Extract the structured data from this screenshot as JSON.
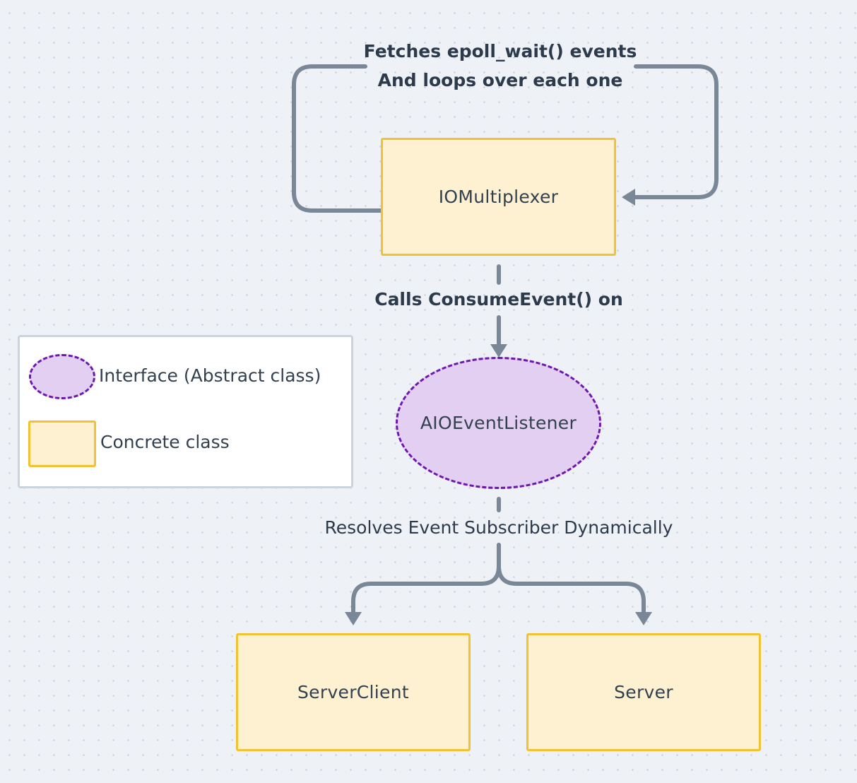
{
  "diagram": {
    "loop_label_line1": "Fetches epoll_wait() events",
    "loop_label_line2": "And loops over each one",
    "call_label": "Calls ConsumeEvent() on",
    "resolve_label": "Resolves Event Subscriber Dynamically",
    "nodes": {
      "iomultiplexer": "IOMultiplexer",
      "listener": "AIOEventListener",
      "server_client": "ServerClient",
      "server": "Server"
    }
  },
  "legend": {
    "interface_label": "Interface (Abstract class)",
    "concrete_label": "Concrete class"
  },
  "colors": {
    "background": "#eef2f6",
    "edge": "#7a8796",
    "concrete_fill": "#fdf1d2",
    "concrete_border": "#f2c232",
    "interface_fill": "#e2cff1",
    "interface_border": "#6d17b0"
  }
}
